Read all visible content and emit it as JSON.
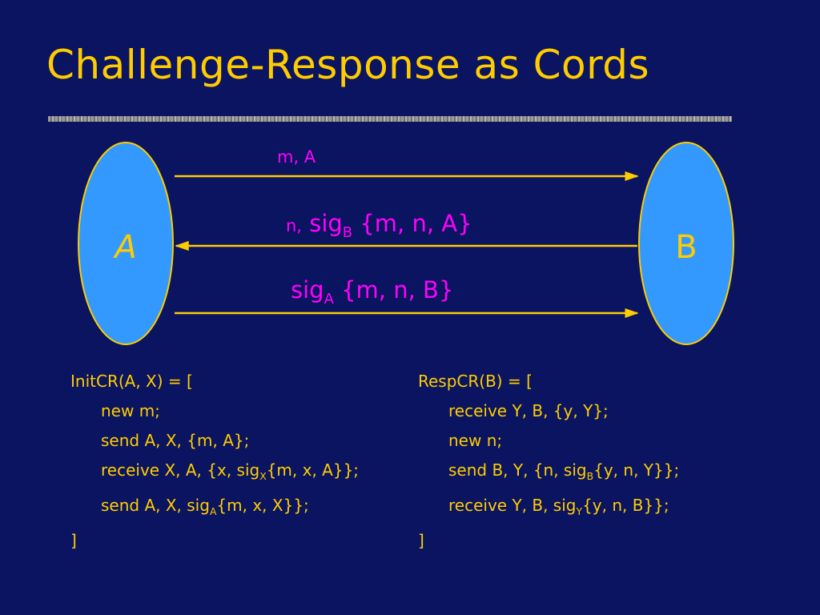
{
  "title": "Challenge-Response as Cords",
  "diagram": {
    "process_a": "A",
    "process_b": "B",
    "messages": [
      {
        "prefix": "m, A"
      },
      {
        "prefix": "n,",
        "sig": "sig",
        "sub": "B",
        "body": "{m, n, A}"
      },
      {
        "sig": "sig",
        "sub": "A",
        "body": "{m, n, B}"
      }
    ]
  },
  "init_cord": {
    "header": "InitCR(A, X) = [",
    "line1": "new m;",
    "line2": "send A, X, {m, A};",
    "line3_pre": "receive X, A, {x, sig",
    "line3_sub": "X",
    "line3_post": "{m, x, A}};",
    "line4_pre": "send A, X, sig",
    "line4_sub": "A",
    "line4_post": "{m, x, X}};",
    "close": "]"
  },
  "resp_cord": {
    "header": "RespCR(B) = [",
    "line1": "receive Y, B, {y, Y};",
    "line2": "new n;",
    "line3_pre": "send B, Y, {n, sig",
    "line3_sub": "B",
    "line3_post": "{y, n, Y}};",
    "line4_pre": "receive Y, B, sig",
    "line4_sub": "Y",
    "line4_post": "{y, n, B}};",
    "close": "]"
  },
  "colors": {
    "background": "#0a1460",
    "title": "#ffcc00",
    "process_fill": "#3399ff",
    "arrow": "#ffcc00",
    "message": "#ff00ff"
  }
}
